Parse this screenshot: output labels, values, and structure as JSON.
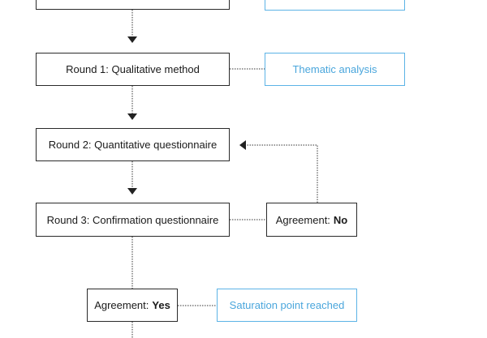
{
  "nodes": {
    "round1": "Round 1: Qualitative method",
    "thematic": "Thematic analysis",
    "round2": "Round 2: Quantitative questionnaire",
    "round3": "Round 3: Confirmation questionnaire",
    "agreement_no": {
      "label": "Agreement:",
      "value": "No"
    },
    "agreement_yes": {
      "label": "Agreement:",
      "value": "Yes"
    },
    "saturation": "Saturation point reached"
  },
  "colors": {
    "dark": "#2a2a2a",
    "accent_blue": "#5cb3e6"
  }
}
